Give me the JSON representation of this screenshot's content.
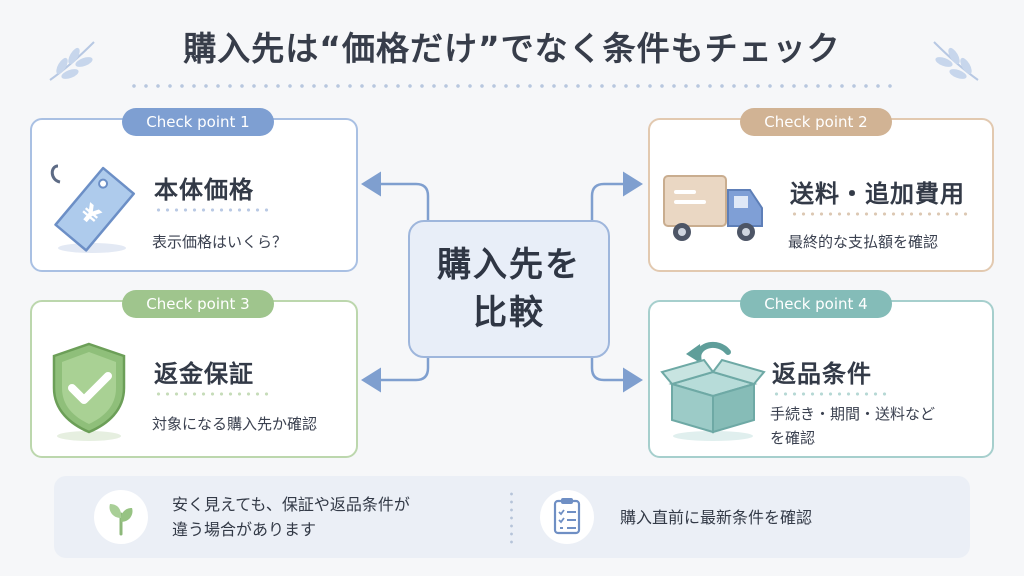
{
  "header": {
    "title": "購入先は“価格だけ”でなく条件もチェック"
  },
  "center": {
    "line1": "購入先を",
    "line2": "比較"
  },
  "cards": [
    {
      "badge": "Check point 1",
      "title": "本体価格",
      "lines": [
        "表示価格はいくら？"
      ],
      "icon": "price-tag-icon",
      "accent": "#7e9fd2"
    },
    {
      "badge": "Check point 2",
      "title": "送料・追加費用",
      "lines": [
        "最終的な支払額を確認"
      ],
      "icon": "truck-icon",
      "accent": "#d1b394"
    },
    {
      "badge": "Check point 3",
      "title": "返金保証",
      "lines": [
        "対象になる購入先か確認"
      ],
      "icon": "shield-check-icon",
      "accent": "#9fc58d"
    },
    {
      "badge": "Check point 4",
      "title": "返品条件",
      "lines": [
        "手続き・期間・送料など",
        "を確認"
      ],
      "icon": "return-box-icon",
      "accent": "#84bcb8"
    }
  ],
  "footer": {
    "left_lines": [
      "安く見えても、保証や返品条件が",
      "違う場合があります"
    ],
    "left_icon": "sprout-icon",
    "right_text": "購入直前に最新条件を確認",
    "right_icon": "clipboard-checklist-icon"
  }
}
